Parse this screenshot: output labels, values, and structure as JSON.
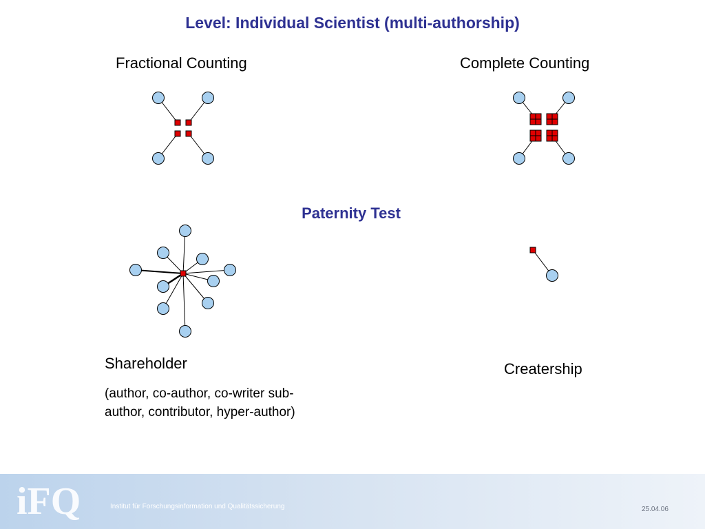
{
  "header": {
    "title": "Level: Individual Scientist (multi-authorship)"
  },
  "diagrams": {
    "fractional": {
      "label": "Fractional Counting"
    },
    "complete": {
      "label": "Complete Counting"
    },
    "paternity": {
      "label": "Paternity Test"
    },
    "shareholder": {
      "label": "Shareholder",
      "description": "(author, co-author, co-writer sub-author, contributor, hyper-author)"
    },
    "creatership": {
      "label": "Creatership"
    }
  },
  "footer": {
    "logo_text": "iFQ",
    "institute": "Institut für Forschungsinformation und Qualitätssicherung",
    "date": "25.04.06"
  },
  "colors": {
    "title": "#2e3192",
    "node_fill": "#a8d0f0",
    "paper": "#e00000"
  }
}
